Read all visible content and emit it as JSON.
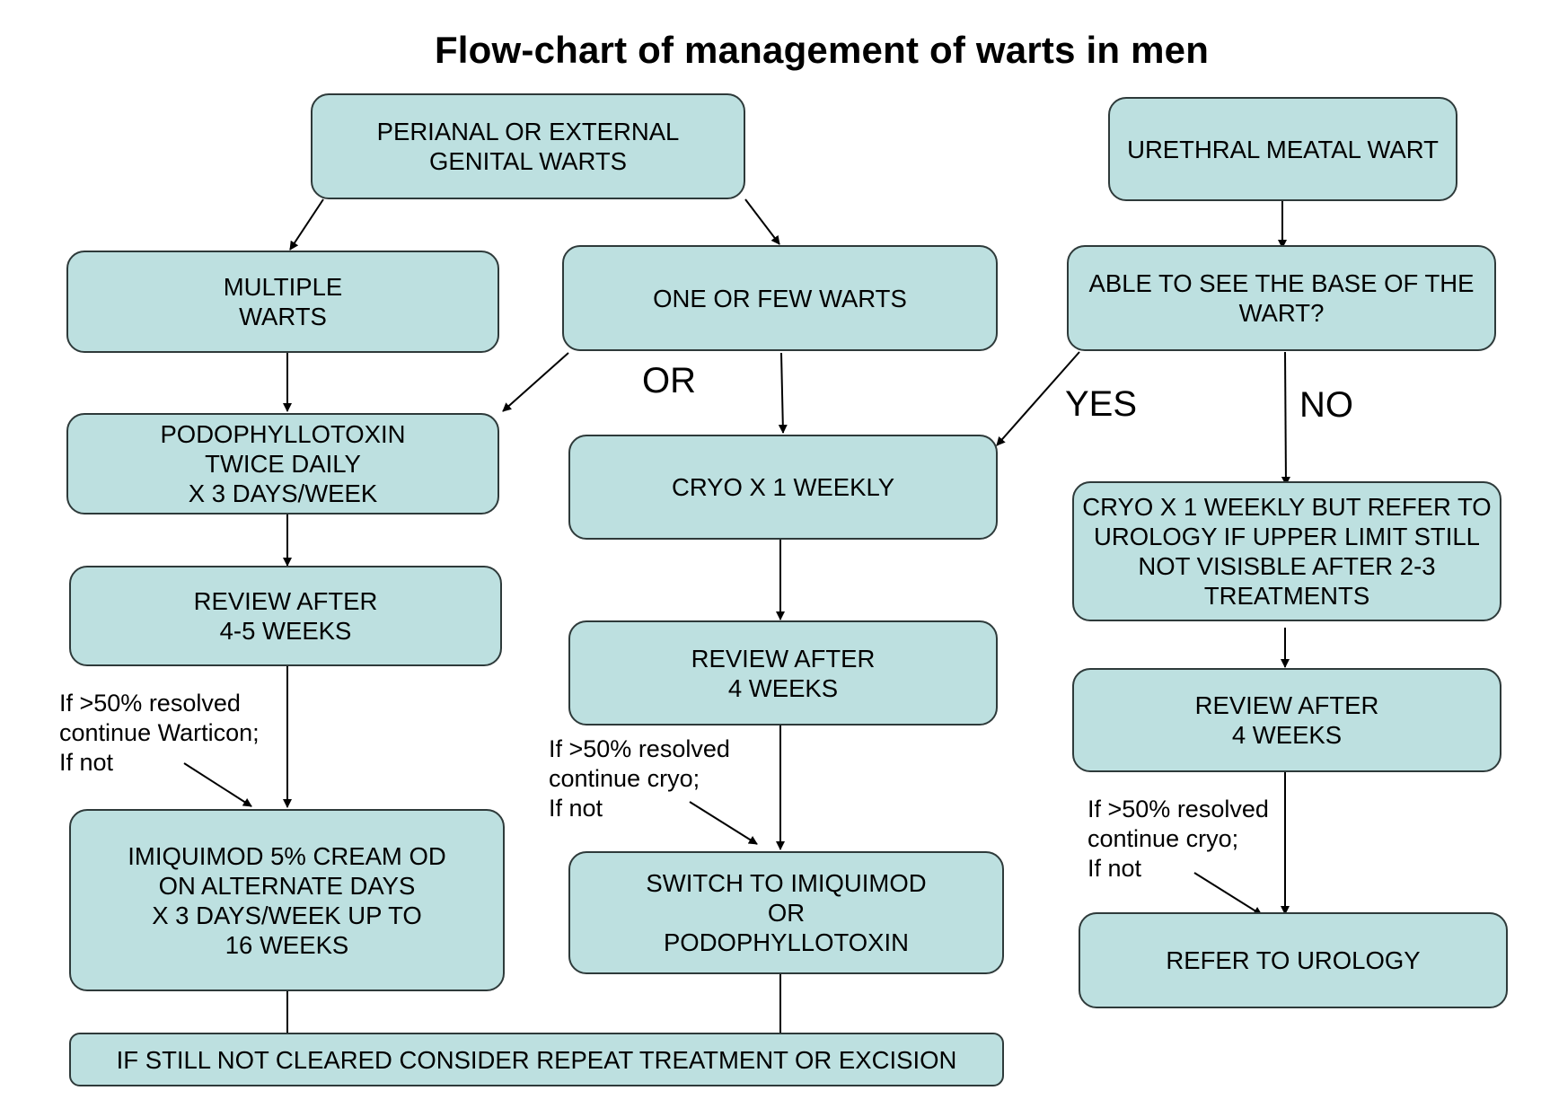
{
  "title": "Flow-chart of management of warts in men",
  "colors": {
    "box_fill": "#bde0e0",
    "box_border": "#2e3a3a",
    "arrow": "#000000"
  },
  "boxes": {
    "perianal": "PERIANAL OR EXTERNAL\nGENITAL WARTS",
    "urethral": "URETHRAL MEATAL WART",
    "multiple": "MULTIPLE\nWARTS",
    "one_few": "ONE OR FEW WARTS",
    "able_see": "ABLE TO SEE THE BASE OF THE\nWART?",
    "podophyllotoxin": "PODOPHYLLOTOXIN\nTWICE DAILY\nX 3 DAYS/WEEK",
    "cryo_weekly": "CRYO X 1 WEEKLY",
    "cryo_refer": "CRYO X 1 WEEKLY BUT REFER TO\nUROLOGY IF UPPER LIMIT STILL\nNOT VISISBLE AFTER 2-3\nTREATMENTS",
    "review_45": "REVIEW AFTER\n4-5 WEEKS",
    "review_4_mid": "REVIEW AFTER\n4 WEEKS",
    "review_4_right": "REVIEW AFTER\n4 WEEKS",
    "imiquimod": "IMIQUIMOD 5% CREAM OD\nON ALTERNATE DAYS\nX 3 DAYS/WEEK UP TO\n16 WEEKS",
    "switch": "SWITCH TO IMIQUIMOD\nOR\nPODOPHYLLOTOXIN",
    "refer_urology": "REFER TO UROLOGY",
    "still_not_cleared": "IF STILL NOT CLEARED CONSIDER REPEAT TREATMENT OR EXCISION"
  },
  "labels": {
    "or": "OR",
    "yes": "YES",
    "no": "NO"
  },
  "notes": {
    "left": "If >50% resolved\ncontinue Warticon;\nIf not",
    "middle": "If >50% resolved\ncontinue cryo;\nIf not",
    "right": "If >50% resolved\ncontinue cryo;\nIf not"
  }
}
